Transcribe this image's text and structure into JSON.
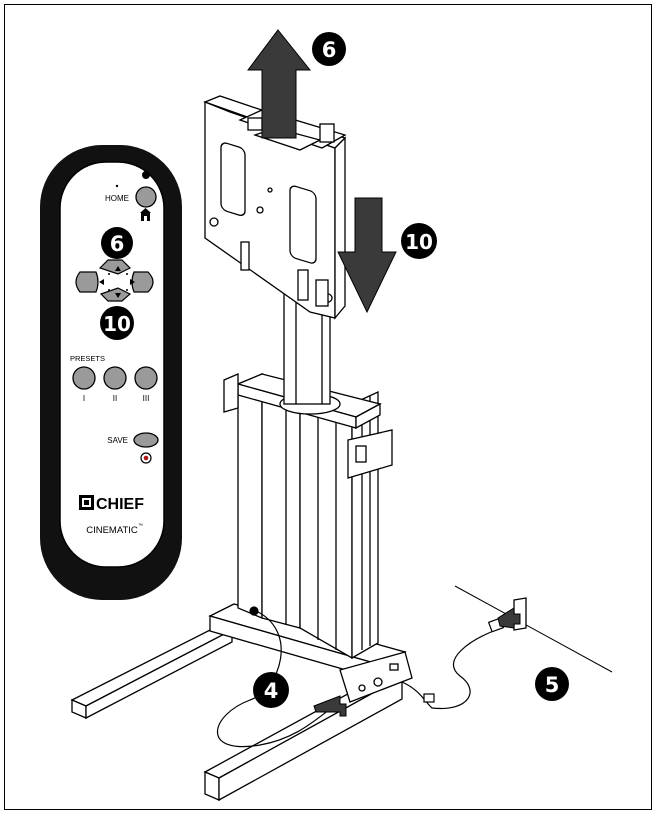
{
  "colors": {
    "line": "#000000",
    "fill": "#ffffff",
    "remote_body": "#111111",
    "button_grey": "#9a9a9a",
    "arrow": "#3a3a3a"
  },
  "remote": {
    "home_label": "HOME",
    "presets_label": "PRESETS",
    "preset_labels": [
      "I",
      "II",
      "III"
    ],
    "save_label": "SAVE",
    "brand_name": "CHIEF",
    "brand_sub": "CINEMATIC",
    "trademark": "™"
  },
  "steps": {
    "raise": "6",
    "lower": "10",
    "cable": "4",
    "outlet": "5"
  }
}
